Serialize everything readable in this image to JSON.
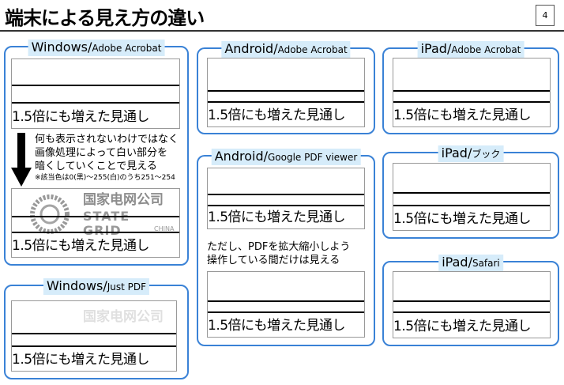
{
  "header": {
    "title": "端末による見え方の違い",
    "page_number": "4"
  },
  "sample_text": "1.5倍にも増えた見通し",
  "watermark": {
    "cn": "国家电网公司",
    "en": "STATE GRID",
    "sub": "CHINA"
  },
  "panels": [
    {
      "os": "Windows",
      "app": "Adobe Acrobat"
    },
    {
      "os": "Windows",
      "app": "Just  PDF"
    },
    {
      "os": "Android",
      "app": "Adobe Acrobat"
    },
    {
      "os": "Android",
      "app": "Google PDF viewer"
    },
    {
      "os": "iPad",
      "app": "Adobe Acrobat"
    },
    {
      "os": "iPad",
      "app": "ブック"
    },
    {
      "os": "iPad",
      "app": "Safari"
    }
  ],
  "notes": {
    "windows_explain": [
      "何も表示されないわけではなく",
      "画像処理によって白い部分を",
      "暗くしていくことで見える"
    ],
    "windows_footnote": "※該当色は0(黒)〜255(白)のうち251〜254",
    "android_explain": [
      "ただし、PDFを拡大縮小しよう",
      "操作している間だけは見える"
    ]
  },
  "colors": {
    "panel_border": "#3a82d6",
    "label_bg": "#d6ecfa"
  }
}
